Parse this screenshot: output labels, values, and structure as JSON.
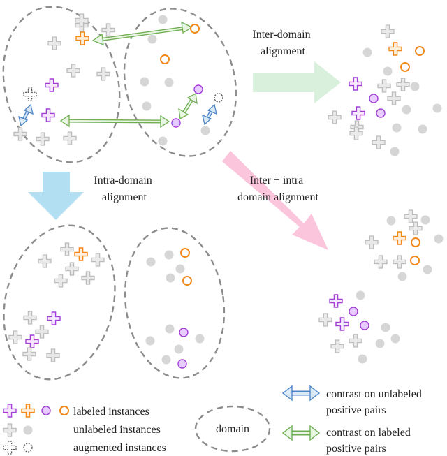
{
  "colors": {
    "labeled_purple": "#a33fd6",
    "labeled_orange": "#f0891a",
    "unlabeled_gray": "#bdbdbd",
    "augmented": "#555555",
    "domain_border": "#8c8c8c",
    "arrow_inter": "#d8f0dc",
    "arrow_intra": "#b3dff2",
    "arrow_inter_intra": "#fbc6dc",
    "pair_unlabeled": "#4f86c6",
    "pair_labeled": "#6fae52"
  },
  "arrows": {
    "inter": "Inter-domain\nalignment",
    "intra": "Intra-domain\nalignment",
    "inter_intra": "Inter + intra\ndomain alignment"
  },
  "legend": {
    "labeled": "labeled instances",
    "unlabeled": "unlabeled instances",
    "augmented": "augmented instances",
    "domain": "domain",
    "contrast_unlabeled": "contrast on unlabeled\npositive pairs",
    "contrast_labeled": "contrast on labeled\npositive pairs"
  }
}
